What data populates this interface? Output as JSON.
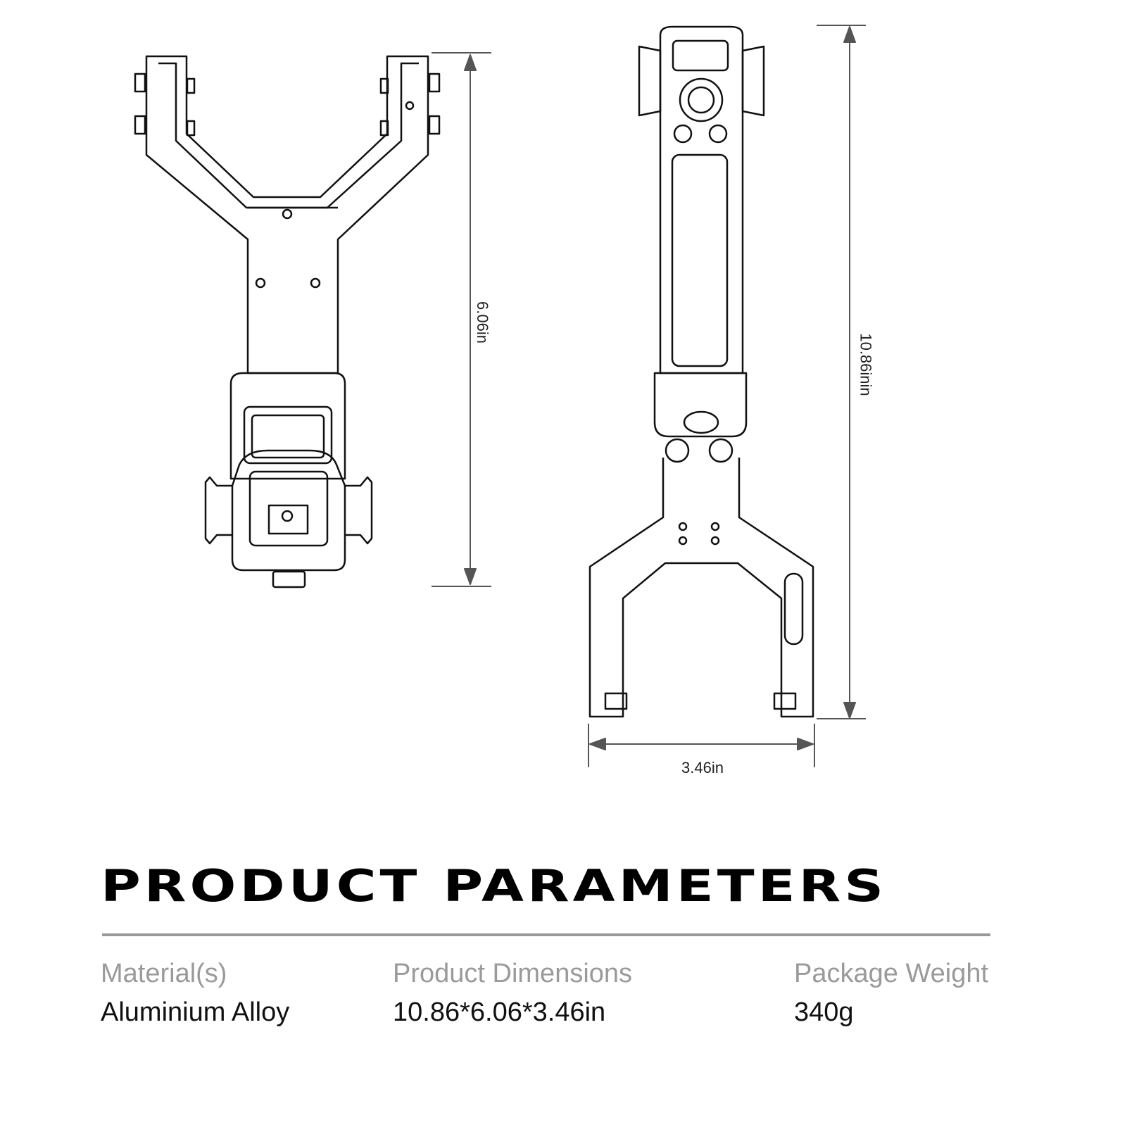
{
  "dimensions": {
    "left_height": "6.06in",
    "right_height": "10.86inin",
    "right_width": "3.46in"
  },
  "title": "PRODUCT PARAMETERS",
  "params": [
    {
      "label": "Material(s)",
      "value": "Aluminium Alloy"
    },
    {
      "label": "Product Dimensions",
      "value": "10.86*6.06*3.46in"
    },
    {
      "label": "Package Weight",
      "value": "340g"
    }
  ]
}
